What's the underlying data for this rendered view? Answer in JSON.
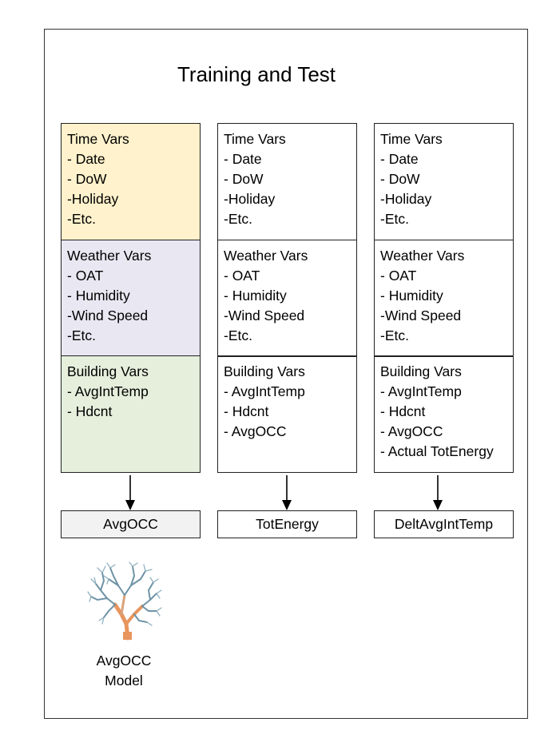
{
  "title": "Training and Test",
  "colors": {
    "time_fill": "#FFF2CC",
    "weather_fill": "#E9E7F1",
    "building_fill": "#E5EFDC",
    "target_fill_1": "#F2F2F2",
    "tree_branches": "#6E93A6",
    "tree_trunk": "#E8955E"
  },
  "columns": [
    {
      "time": {
        "heading": "Time Vars",
        "items": [
          "- Date",
          "- DoW",
          "-Holiday",
          "-Etc."
        ]
      },
      "weather": {
        "heading": "Weather Vars",
        "items": [
          "- OAT",
          "- Humidity",
          "-Wind Speed",
          "-Etc."
        ]
      },
      "building": {
        "heading": "Building Vars",
        "items": [
          "- AvgIntTemp",
          "- Hdcnt"
        ]
      },
      "target": "AvgOCC"
    },
    {
      "time": {
        "heading": "Time Vars",
        "items": [
          "- Date",
          "- DoW",
          "-Holiday",
          "-Etc."
        ]
      },
      "weather": {
        "heading": "Weather Vars",
        "items": [
          "- OAT",
          "- Humidity",
          "-Wind Speed",
          "-Etc."
        ]
      },
      "building": {
        "heading": "Building Vars",
        "items": [
          "- AvgIntTemp",
          "- Hdcnt",
          "- AvgOCC"
        ]
      },
      "target": "TotEnergy"
    },
    {
      "time": {
        "heading": "Time Vars",
        "items": [
          "- Date",
          "- DoW",
          "-Holiday",
          "-Etc."
        ]
      },
      "weather": {
        "heading": "Weather Vars",
        "items": [
          "- OAT",
          "- Humidity",
          "-Wind Speed",
          "-Etc."
        ]
      },
      "building": {
        "heading": "Building Vars",
        "items": [
          "- AvgIntTemp",
          "- Hdcnt",
          "- AvgOCC",
          "- Actual TotEnergy"
        ]
      },
      "target": "DeltAvgIntTemp"
    }
  ],
  "model": {
    "icon": "tree-icon",
    "label_line1": "AvgOCC",
    "label_line2": "Model"
  }
}
